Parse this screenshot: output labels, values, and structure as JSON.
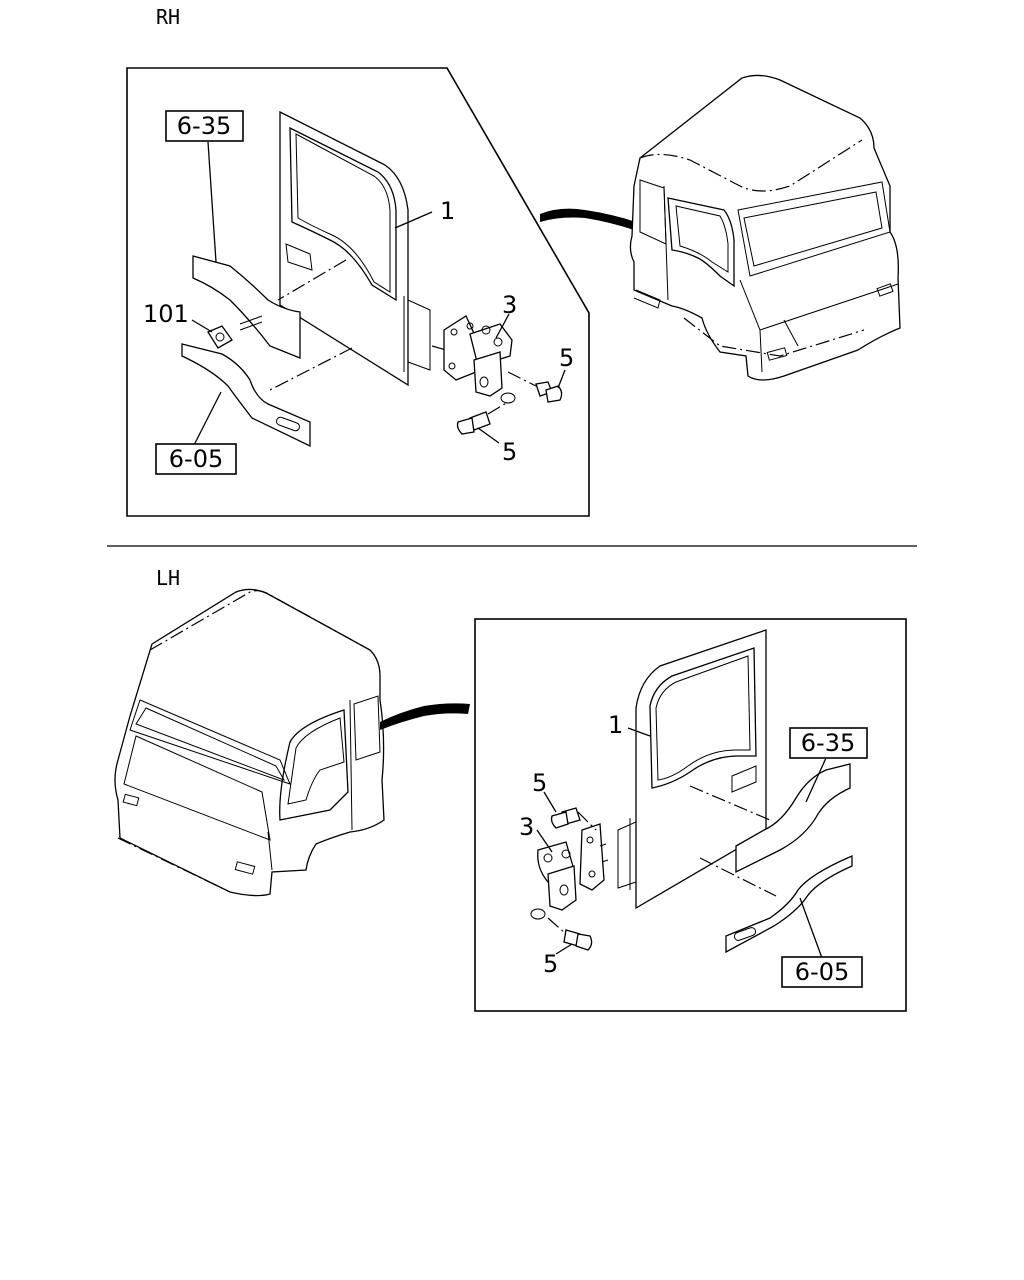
{
  "sections": {
    "rh": {
      "title": "RH"
    },
    "lh": {
      "title": "LH"
    }
  },
  "callouts": {
    "rh": {
      "door": "1",
      "hinge": "3",
      "bolt_upper": "5",
      "bolt_lower": "5",
      "clip": "101",
      "ref_upper": "6-35",
      "ref_lower": "6-05"
    },
    "lh": {
      "door": "1",
      "hinge": "3",
      "bolt_upper": "5",
      "bolt_lower": "5",
      "ref_upper": "6-35",
      "ref_lower": "6-05"
    }
  }
}
